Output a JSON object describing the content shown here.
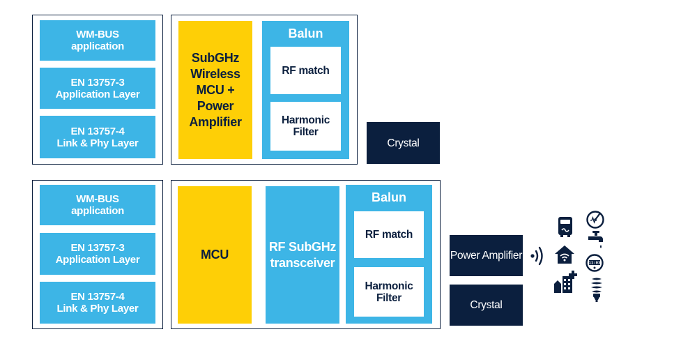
{
  "top_stack": {
    "wmbus": "WM-BUS\napplication",
    "app_layer": "EN 13757-3\nApplication Layer",
    "link_layer": "EN 13757-4\nLink & Phy Layer"
  },
  "top_chip": {
    "mcu_pa": "SubGHz\nWireless\nMCU +\nPower\nAmplifier",
    "balun": {
      "title": "Balun",
      "rf_match": "RF match",
      "harmonic_filter": "Harmonic\nFilter"
    }
  },
  "top_crystal": "Crystal",
  "bottom_stack": {
    "wmbus": "WM-BUS\napplication",
    "app_layer": "EN 13757-3\nApplication Layer",
    "link_layer": "EN 13757-4\nLink & Phy Layer"
  },
  "bottom_chip": {
    "mcu": "MCU",
    "transceiver": "RF SubGHz\ntransceiver",
    "balun": {
      "title": "Balun",
      "rf_match": "RF match",
      "harmonic_filter": "Harmonic\nFilter"
    }
  },
  "power_amplifier": "Power Amplifier",
  "bottom_crystal": "Crystal",
  "meter_display": "11:03",
  "colors": {
    "blue": "#3db5e6",
    "yellow": "#fecf06",
    "navy": "#0b1f3e",
    "border": "#0b1f3e"
  }
}
